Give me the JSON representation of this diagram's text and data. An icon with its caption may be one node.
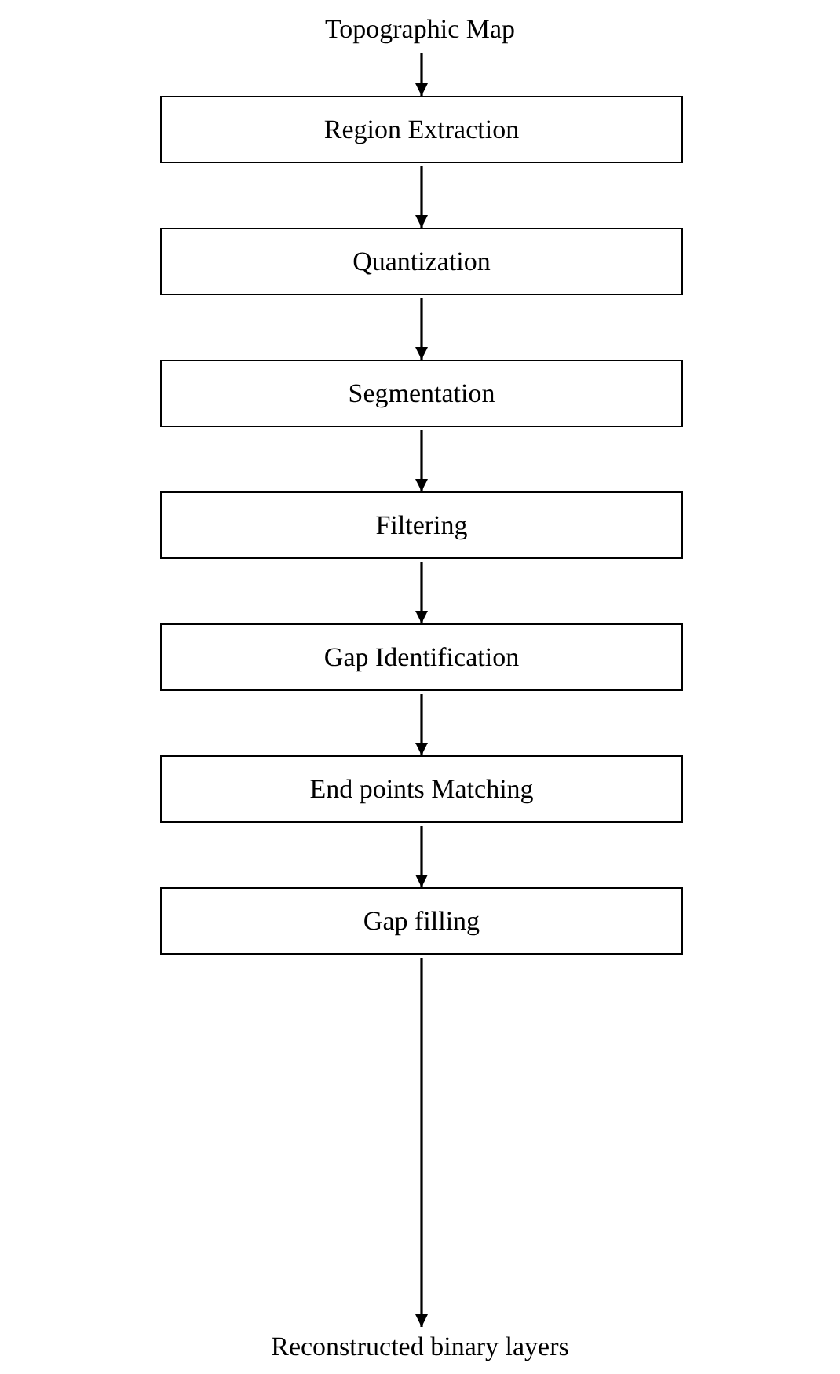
{
  "diagram": {
    "nodes": [
      {
        "text": [
          "Topographic Map"
        ]
      },
      {
        "text": [
          "Region Extraction"
        ]
      },
      {
        "text": [
          "Quantization"
        ]
      },
      {
        "text": [
          "Segmentation"
        ]
      },
      {
        "text": [
          "Filtering"
        ]
      },
      {
        "text": [
          "Gap Identification"
        ]
      },
      {
        "text": [
          "End points Matching"
        ]
      },
      {
        "text": [
          "Gap filling"
        ]
      },
      {
        "text": [
          "Reconstructed binary layers"
        ]
      }
    ],
    "edges": [
      {
        "from": 0,
        "to": 1,
        "arrow": "to"
      },
      {
        "from": 1,
        "to": 2,
        "arrow": "to"
      },
      {
        "from": 2,
        "to": 3,
        "arrow": "to"
      },
      {
        "from": 3,
        "to": 4,
        "arrow": "to"
      },
      {
        "from": 4,
        "to": 5,
        "arrow": "to"
      },
      {
        "from": 5,
        "to": 6,
        "arrow": "to"
      },
      {
        "from": 6,
        "to": 7,
        "arrow": "to"
      },
      {
        "from": 7,
        "to": 8,
        "arrow": "to"
      }
    ]
  }
}
